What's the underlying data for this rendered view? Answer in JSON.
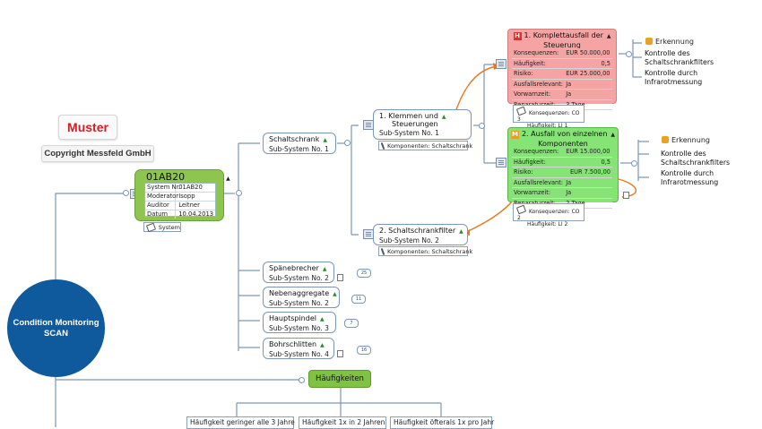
{
  "muster": "Muster",
  "copyright": "Copyright Messfeld GmbH",
  "root": {
    "label_line1": "Condition Monitoring",
    "label_line2": "SCAN"
  },
  "system": {
    "title": "01AB20",
    "rows": [
      {
        "k": "System Nr.",
        "v": "01AB20"
      },
      {
        "k": "Moderator",
        "v": "Isopp"
      },
      {
        "k": "Auditor",
        "v": "Leitner"
      },
      {
        "k": "Datum",
        "v": "10.04.2013"
      }
    ],
    "tag": "System"
  },
  "subsystems": [
    {
      "title": "Schaltschrank",
      "sub": "Sub-System No.   1"
    },
    {
      "title": "Spänebrecher",
      "sub": "Sub-System No.   2",
      "count": "25"
    },
    {
      "title": "Nebenaggregate",
      "sub": "Sub-System No.   2",
      "count": "11"
    },
    {
      "title": "Hauptspindel",
      "sub": "Sub-System No.   3",
      "count": "7"
    },
    {
      "title": "Bohrschlitten",
      "sub": "Sub-System No.   4",
      "count": "16"
    }
  ],
  "components": [
    {
      "title_line1": "1. Klemmen und",
      "title_line2": "Steuerungen",
      "sub": "Sub-System No.   1",
      "tag": "Komponenten: Schaltschrank"
    },
    {
      "title_line1": "2. Schaltschrankfilter",
      "sub": "Sub-System No.   2",
      "tag": "Komponenten: Schaltschrank"
    }
  ],
  "risks": [
    {
      "badge": "H",
      "badge_color": "#d9342b",
      "bg": "#f6a3a3",
      "title_line1": "1. Komplettausfall der",
      "title_line2": "Steuerung",
      "rows": [
        {
          "k": "Konsequenzen:",
          "v": "EUR 50.000,00"
        },
        {
          "k": "Häufigkeit:",
          "v": "0,5"
        },
        {
          "k": "Risiko:",
          "v": "EUR 25.000,00"
        },
        {
          "k": "Ausfallsrelevant:",
          "v": "Ja"
        },
        {
          "k": "Vorwarnzeit:",
          "v": "Ja"
        },
        {
          "k": "Reparaturzeit:",
          "v": "3 Tage"
        }
      ],
      "note1": "Konsequenzen: CO 3",
      "note2": "Häufigkeit: LI 1",
      "erkennung": "Erkennung",
      "kontrolle1_line1": "Kontrolle des",
      "kontrolle1_line2": "Schaltschrankfilters",
      "kontrolle2_line1": "Kontrolle durch",
      "kontrolle2_line2": "Infrarotmessung"
    },
    {
      "badge": "M",
      "badge_color": "#e3a21b",
      "bg": "#86e476",
      "title_line1": "2. Ausfall von einzelnen",
      "title_line2": "Komponenten",
      "rows": [
        {
          "k": "Konsequenzen:",
          "v": "EUR 15.000,00"
        },
        {
          "k": "Häufigkeit:",
          "v": "0,5"
        },
        {
          "k": "Risiko:",
          "v": "EUR 7.500,00"
        },
        {
          "k": "Ausfallsrelevant:",
          "v": "Ja"
        },
        {
          "k": "Vorwarnzeit:",
          "v": "Ja"
        },
        {
          "k": "Reparaturzeit:",
          "v": "2 Tage"
        }
      ],
      "note1": "Konsequenzen: CO 2",
      "note2": "Häufigkeit: LI 2",
      "erkennung": "Erkennung",
      "kontrolle1_line1": "Kontrolle des",
      "kontrolle1_line2": "Schaltschrankfilters",
      "kontrolle2_line1": "Kontrolle durch",
      "kontrolle2_line2": "Infrarotmessung"
    }
  ],
  "haeufigkeiten": {
    "title": "Häufigkeiten",
    "items": [
      "Häufigkeit geringer alle 3 Jahre",
      "Häufigkeit 1x in 2 Jahren",
      "Häufigkeit öfterals 1x pro Jahr"
    ]
  },
  "colors": {
    "line": "#7b96b8",
    "orange": "#e8771f",
    "root": "#0f5a9c",
    "system_green": "#8ec54e",
    "muster_red": "#d21d22"
  }
}
